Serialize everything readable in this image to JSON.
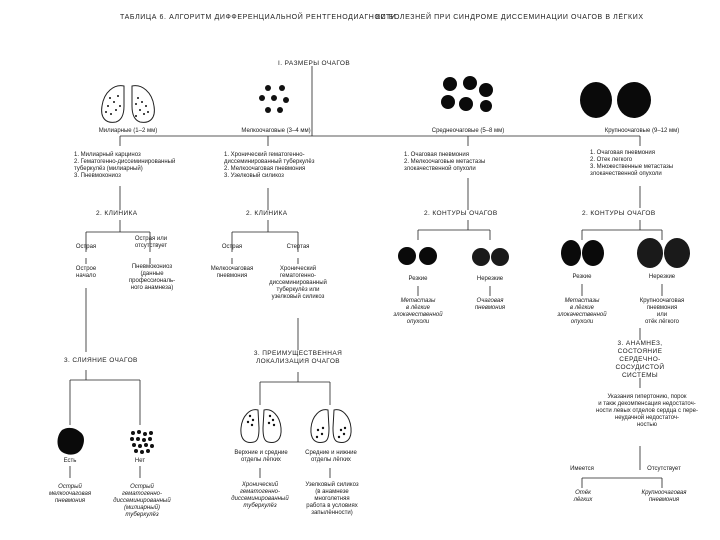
{
  "header": {
    "left": "ТАБЛИЦА 6. АЛГОРИТМ ДИФФЕРЕНЦИАЛЬНОЙ РЕНТГЕНОДИАГНОСТИ",
    "right": "КИ БОЛЕЗНЕЙ ПРИ СИНДРОМЕ ДИССЕМИНАЦИИ ОЧАГОВ В ЛЁГКИХ"
  },
  "sections": {
    "sizes": "I. РАЗМЕРЫ ОЧАГОВ",
    "clinic_left": "2. КЛИНИКА",
    "clinic_mid": "2. КЛИНИКА",
    "contours_left": "2. КОНТУРЫ ОЧАГОВ",
    "contours_right": "2. КОНТУРЫ ОЧАГОВ",
    "merge": "3. СЛИЯНИЕ ОЧАГОВ",
    "localization": "3. ПРЕИМУЩЕСТВЕННАЯ\nЛОКАЛИЗАЦИЯ ОЧАГОВ",
    "anamnesis": "3. АНАМНЕЗ,\nСОСТОЯНИЕ\nСЕРДЕЧНО-\nСОСУДИСТОЙ\nСИСТЕМЫ"
  },
  "sizes": {
    "miliary": "Милиарные (1–2 мм)",
    "small": "Мелкоочаговые (3–4 мм)",
    "medium": "Среднеочаговые (5–8 мм)",
    "large": "Крупноочаговые (9–12 мм)"
  },
  "lists": {
    "miliary": "1. Милиарный карциноз\n2. Гематогенно-диссеминированный\n   туберкулёз (милиарный)\n3. Пневмокониоз",
    "small": "1. Хронический гематогенно-\n   диссеминированный туберкулёз\n2. Мелкоочаговая пневмония\n3. Узелковый силикоз",
    "medium": "1. Очаговая пневмония\n2. Мелкоочаговые метастазы\n   злокачественной опухоли",
    "large": "1. Очаговая пневмония\n2. Отек легкого\n3. Множественные метастазы\n   злокачественной опухоли"
  },
  "clinic_left": {
    "acute": "Острая",
    "absent": "Острая или\nотсутствует",
    "result_acute": "Острое\nначало",
    "result_pneumo": "Пневмокониоз\n(данные\nпрофессиональ-\nного анамнеза)"
  },
  "clinic_mid": {
    "acute": "Острая",
    "slow": "Стертая",
    "result_acute": "Мелкоочаговая\nпневмония",
    "result_slow": "Хронический\nгематогенно-\nдиссеминированный\nтуберкулёз или\nузелковый силикоз"
  },
  "merge": {
    "yes": "Есть",
    "no": "Нет",
    "result_yes": "Острый\nмелкоочаговая\nпневмония",
    "result_no": "Острый\nгематогенно-\nдиссеминированный\n(милиарный)\nтуберкулёз"
  },
  "localization": {
    "upper": "Верхние и средние\nотделы лёгких",
    "lower": "Средние и нижние\nотделы лёгких",
    "result_upper": "Хронический\nгематогенно-\nдиссеминированный\nтуберкулёз",
    "result_lower": "Узелковый силикоз\n(в анамнезе\nмноголетняя\nработа в условиях\nзапылённости)"
  },
  "contours_left": {
    "sharp": "Резкие",
    "blurred": "Нерезкие",
    "result_sharp": "Метастазы\nв лёгкие\nзлокачественной\nопухоли",
    "result_blurred": "Очаговая\nпневмония"
  },
  "contours_right": {
    "sharp": "Резкие",
    "blurred": "Нерезкие",
    "result_sharp": "Метастазы\nв лёгкие\nзлокачественной\nопухоли",
    "result_blurred": "Крупноочаговая\nпневмония\nили\nотёк лёгкого"
  },
  "anamnesis": {
    "description": "Указания гипертонию, порок\nи такж декомпенсация недостаточ-\nности левых отделов сердца с пере-\nнеудачной недостаточ-\nностью",
    "present": "Имеется",
    "absent": "Отсутствует",
    "result_present": "Отёк\nлёгких",
    "result_absent": "Крупноочаговая\nпневмония"
  }
}
